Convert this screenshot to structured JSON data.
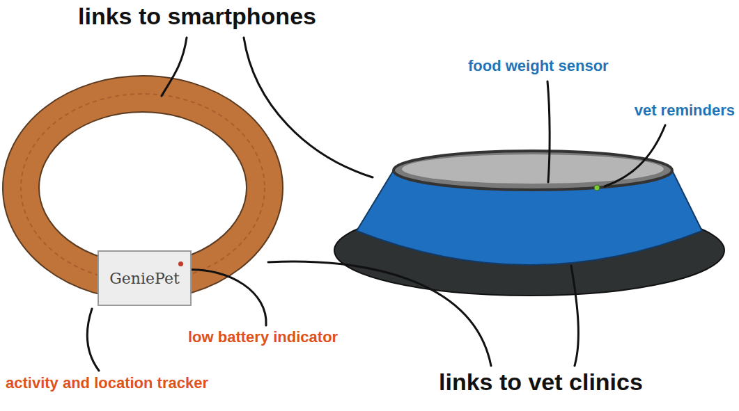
{
  "diagram": {
    "nodes": [
      {
        "text": [
          "GeniePet"
        ]
      }
    ],
    "labels": [
      "links to smartphones",
      "food weight sensor",
      "vet reminders",
      "low battery indicator",
      "activity and location tracker",
      "links to vet clinics"
    ]
  }
}
